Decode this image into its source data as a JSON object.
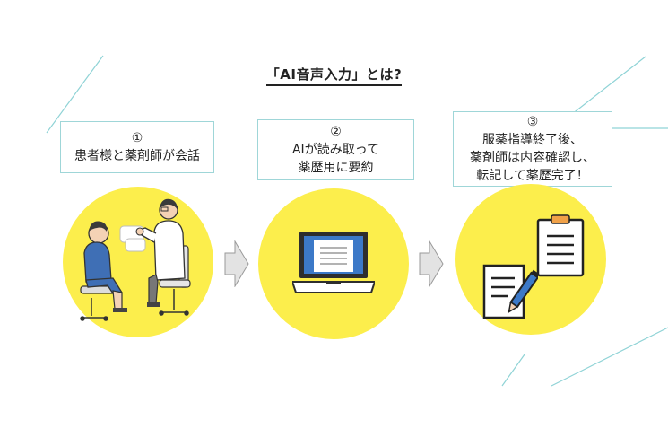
{
  "title": "「AI音声入力」とは?",
  "steps": [
    {
      "number": "①",
      "lines": [
        "患者様と薬剤師が会話"
      ]
    },
    {
      "number": "②",
      "lines": [
        "AIが読み取って",
        "薬歴用に要約"
      ]
    },
    {
      "number": "③",
      "lines": [
        "服薬指導終了後、",
        "薬剤師は内容確認し、",
        "転記して薬歴完了！"
      ]
    }
  ],
  "colors": {
    "accent_yellow": "#fcee4c",
    "box_border": "#9fd6d8",
    "line_teal": "#8fd3d6",
    "arrow_gray": "#e3e3e3"
  }
}
